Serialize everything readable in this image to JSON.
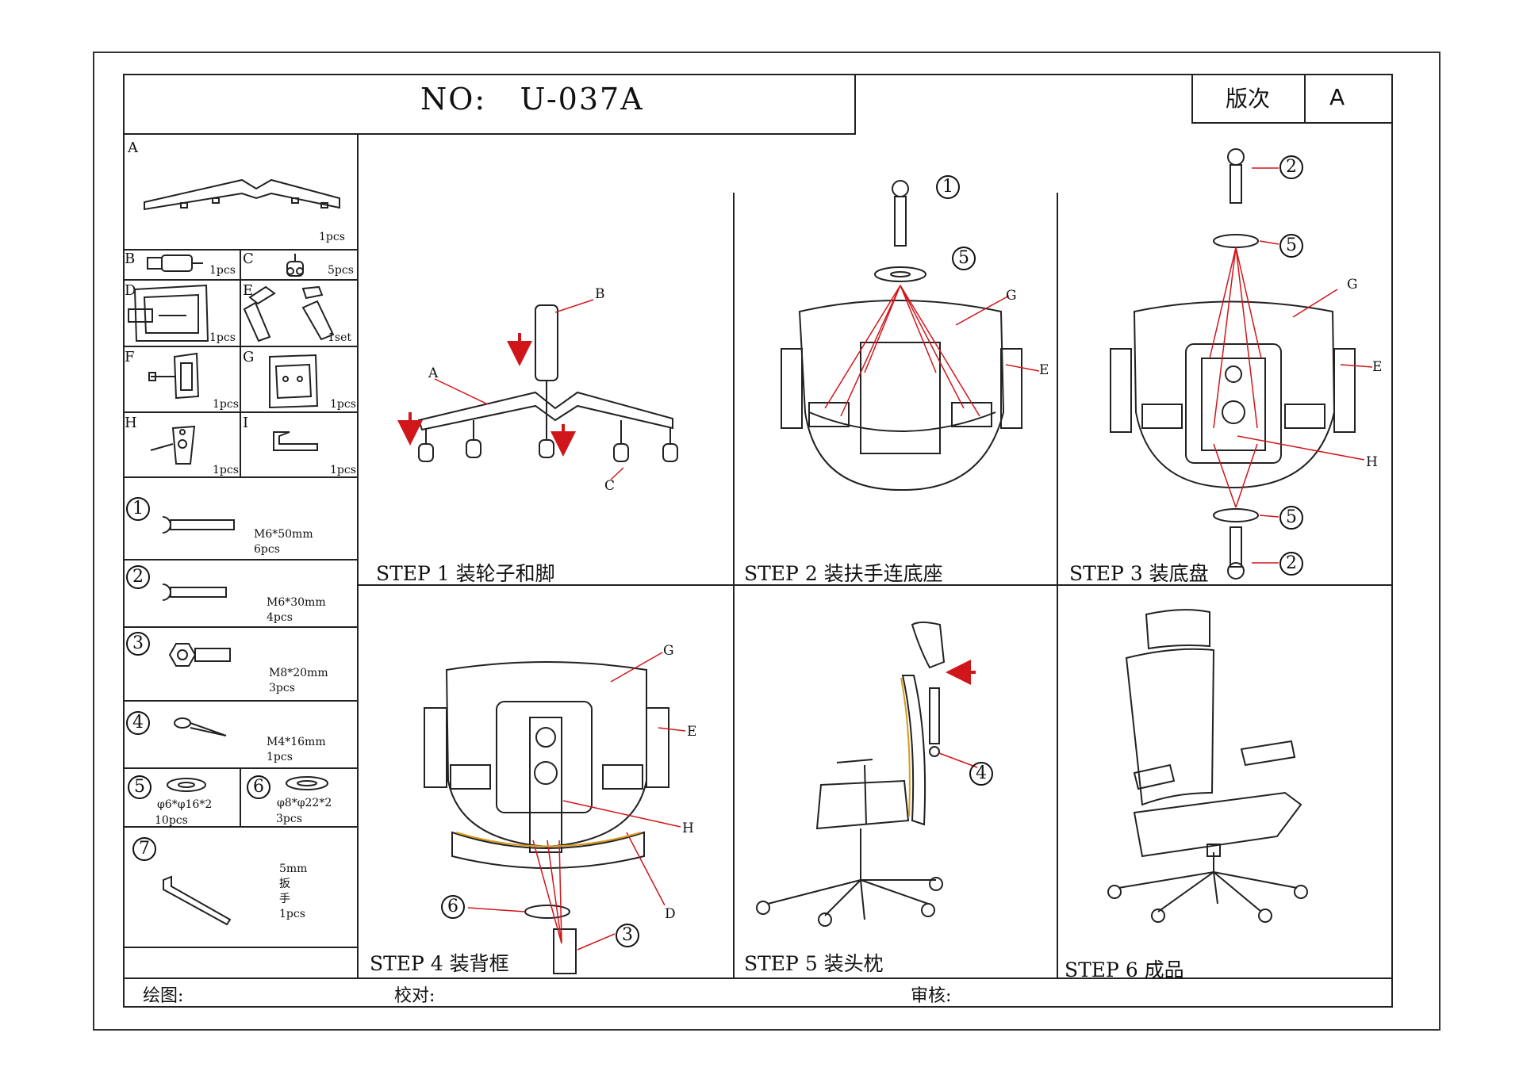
{
  "header": {
    "no_label": "NO:",
    "model": "U-037A",
    "revision_label": "版次",
    "revision_value": "A"
  },
  "parts": {
    "A": {
      "letter": "A",
      "qty": "1pcs"
    },
    "B": {
      "letter": "B",
      "qty": "1pcs"
    },
    "C": {
      "letter": "C",
      "qty": "5pcs"
    },
    "D": {
      "letter": "D",
      "qty": "1pcs"
    },
    "E": {
      "letter": "E",
      "qty": "1set"
    },
    "F": {
      "letter": "F",
      "qty": "1pcs"
    },
    "G": {
      "letter": "G",
      "qty": "1pcs"
    },
    "H": {
      "letter": "H",
      "qty": "1pcs"
    },
    "I": {
      "letter": "I",
      "qty": "1pcs"
    }
  },
  "hardware": [
    {
      "num": "1",
      "size": "M6*50mm",
      "qty": "6pcs"
    },
    {
      "num": "2",
      "size": "M6*30mm",
      "qty": "4pcs"
    },
    {
      "num": "3",
      "size": "M8*20mm",
      "qty": "3pcs"
    },
    {
      "num": "4",
      "size": "M4*16mm",
      "qty": "1pcs"
    },
    {
      "num": "5",
      "size": "φ6*φ16*2",
      "qty": "10pcs"
    },
    {
      "num": "6",
      "size": "φ8*φ22*2",
      "qty": "3pcs"
    },
    {
      "num": "7",
      "size": "5mm",
      "tool_l1": "扳",
      "tool_l2": "手",
      "qty": "1pcs"
    }
  ],
  "steps": [
    {
      "label": "STEP  1  装轮子和脚"
    },
    {
      "label": "STEP  2  装扶手连底座"
    },
    {
      "label": "STEP  3  装底盘"
    },
    {
      "label": "STEP  4  装背框"
    },
    {
      "label": "STEP  5  装头枕"
    },
    {
      "label": "STEP  6  成品"
    }
  ],
  "callouts": {
    "A": "A",
    "B": "B",
    "C": "C",
    "D": "D",
    "E": "E",
    "G": "G",
    "H": "H",
    "n1": "1",
    "n2": "2",
    "n3": "3",
    "n4": "4",
    "n5": "5",
    "n6": "6"
  },
  "footer": {
    "drawn": "绘图:",
    "checked": "校对:",
    "approved": "审核:"
  },
  "colors": {
    "line": "#222222",
    "arrow": "#d0161b",
    "accent": "#d99a1e"
  }
}
